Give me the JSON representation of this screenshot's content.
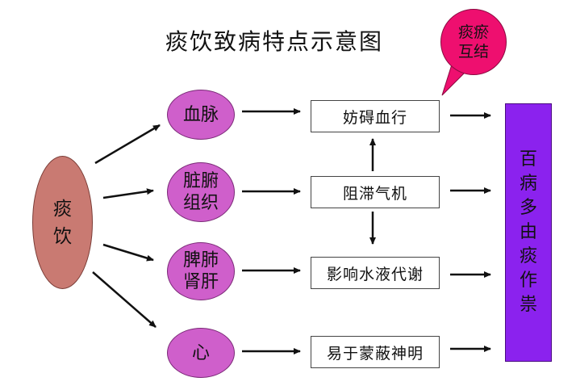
{
  "title": "痰饮致病特点示意图",
  "source": "痰\n饮",
  "organs": [
    "血脉",
    "脏腑\n组织",
    "脾肺\n肾肝",
    "心"
  ],
  "effects": [
    "妨碍血行",
    "阻滞气机",
    "影响水液代谢",
    "易于蒙蔽神明"
  ],
  "callout": "痰瘀\n互结",
  "result": "百病多由痰作祟",
  "colors": {
    "organ": "#cf5fcb",
    "source": "#c97a72",
    "result": "#8b22ee",
    "callout": "#ee0f6f"
  }
}
